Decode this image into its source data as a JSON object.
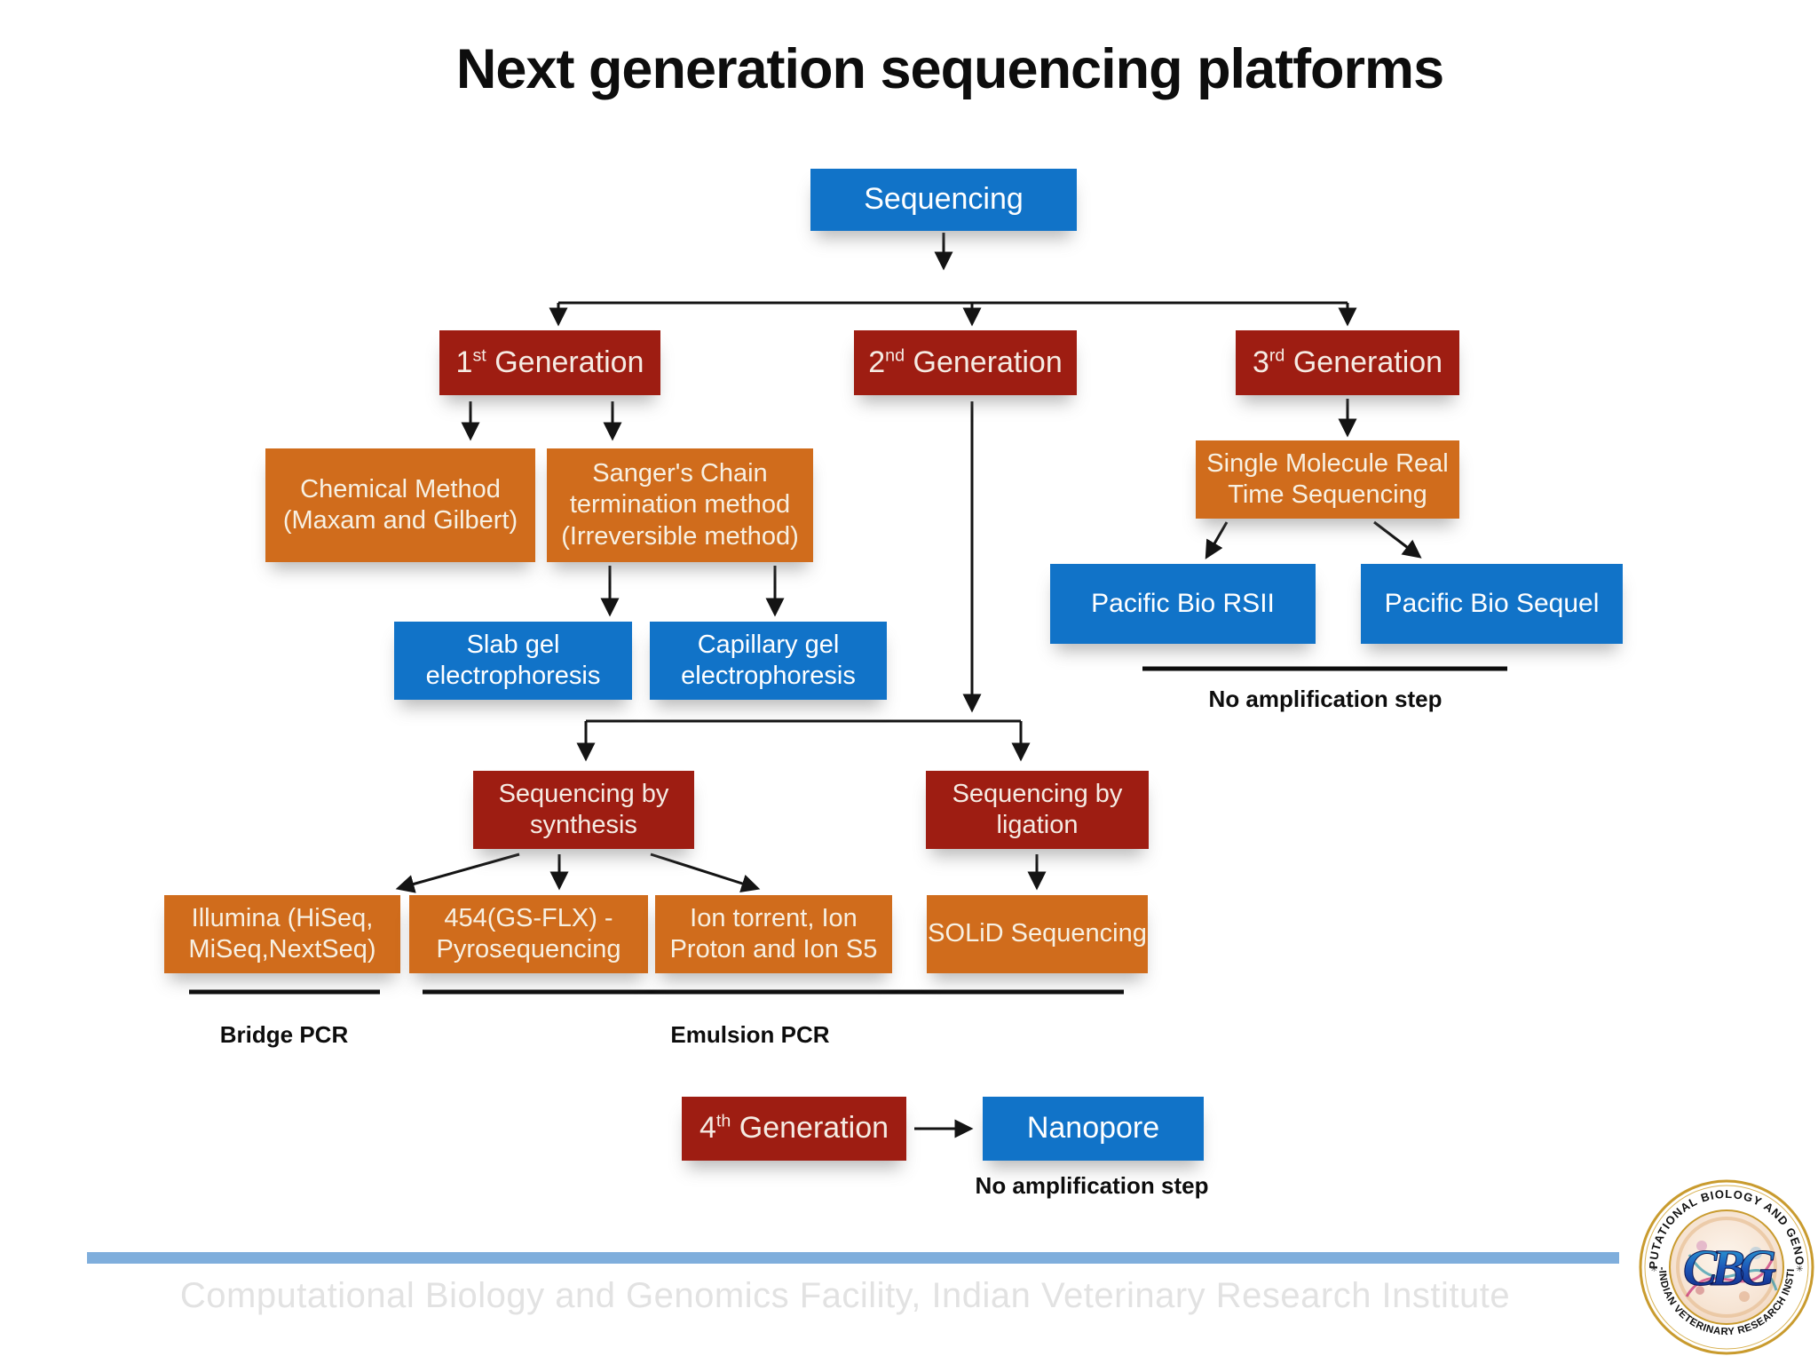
{
  "title": "Next generation sequencing platforms",
  "colors": {
    "box_blue": "#1173C8",
    "box_red": "#9E1D12",
    "box_orange": "#D06C1C",
    "connector": "#141414",
    "footer_bar": "#7FAEDC",
    "footer_text": "#E2E2E2"
  },
  "nodes": [
    {
      "id": "sequencing",
      "color": "blue",
      "size": "fs1",
      "text": "Sequencing"
    },
    {
      "id": "gen1",
      "color": "red",
      "size": "fs1",
      "parts": {
        "base": "1",
        "sup": "st",
        "rest": " Generation"
      }
    },
    {
      "id": "gen2",
      "color": "red",
      "size": "fs1",
      "parts": {
        "base": "2",
        "sup": "nd",
        "rest": " Generation"
      }
    },
    {
      "id": "gen3",
      "color": "red",
      "size": "fs1",
      "parts": {
        "base": "3",
        "sup": "rd",
        "rest": " Generation"
      }
    },
    {
      "id": "chemical",
      "color": "orange",
      "size": "fs2",
      "lines": [
        "Chemical Method",
        "(Maxam and Gilbert)"
      ]
    },
    {
      "id": "sanger",
      "color": "orange",
      "size": "fs2",
      "lines": [
        "Sanger's Chain",
        "termination method",
        "(Irreversible method)"
      ]
    },
    {
      "id": "slab",
      "color": "blue",
      "size": "fs2",
      "lines": [
        "Slab gel",
        "electrophoresis"
      ]
    },
    {
      "id": "capillary",
      "color": "blue",
      "size": "fs2",
      "lines": [
        "Capillary gel",
        "electrophoresis"
      ]
    },
    {
      "id": "smrt",
      "color": "orange",
      "size": "fs2",
      "lines": [
        "Single Molecule Real",
        "Time Sequencing"
      ]
    },
    {
      "id": "rsii",
      "color": "blue",
      "size": "fs3",
      "text": "Pacific Bio RSII"
    },
    {
      "id": "sequel",
      "color": "blue",
      "size": "fs3",
      "text": "Pacific Bio Sequel"
    },
    {
      "id": "synthesis",
      "color": "red",
      "size": "fs2",
      "lines": [
        "Sequencing by",
        "synthesis"
      ]
    },
    {
      "id": "ligation",
      "color": "red",
      "size": "fs2",
      "lines": [
        "Sequencing by",
        "ligation"
      ]
    },
    {
      "id": "illumina",
      "color": "orange",
      "size": "fs2",
      "lines": [
        "Illumina (HiSeq,",
        "MiSeq,NextSeq)"
      ]
    },
    {
      "id": "gsflx",
      "color": "orange",
      "size": "fs2",
      "lines": [
        "454(GS-FLX) -",
        "Pyrosequencing"
      ]
    },
    {
      "id": "iontorrent",
      "color": "orange",
      "size": "fs2",
      "lines": [
        "Ion torrent, Ion",
        "Proton and Ion S5"
      ]
    },
    {
      "id": "solid",
      "color": "orange",
      "size": "fs2",
      "text": "SOLiD Sequencing"
    },
    {
      "id": "gen4",
      "color": "red",
      "size": "fs1",
      "parts": {
        "base": "4",
        "sup": "th",
        "rest": " Generation"
      }
    },
    {
      "id": "nanopore",
      "color": "blue",
      "size": "fs1",
      "text": "Nanopore"
    }
  ],
  "annotations": {
    "no_amp_pacific": "No amplification step",
    "bridge_pcr": "Bridge PCR",
    "emulsion_pcr": "Emulsion PCR",
    "no_amp_nanopore": "No amplification step"
  },
  "footer": {
    "text": "Computational Biology and Genomics Facility, Indian Veterinary Research Institute"
  },
  "logo": {
    "top_text": "COMPUTATIONAL BIOLOGY AND GENOMICS",
    "bottom_text": "ICAR-INDIAN VETERINARY RESEARCH INSTITUTE",
    "center_text": "CBG"
  }
}
